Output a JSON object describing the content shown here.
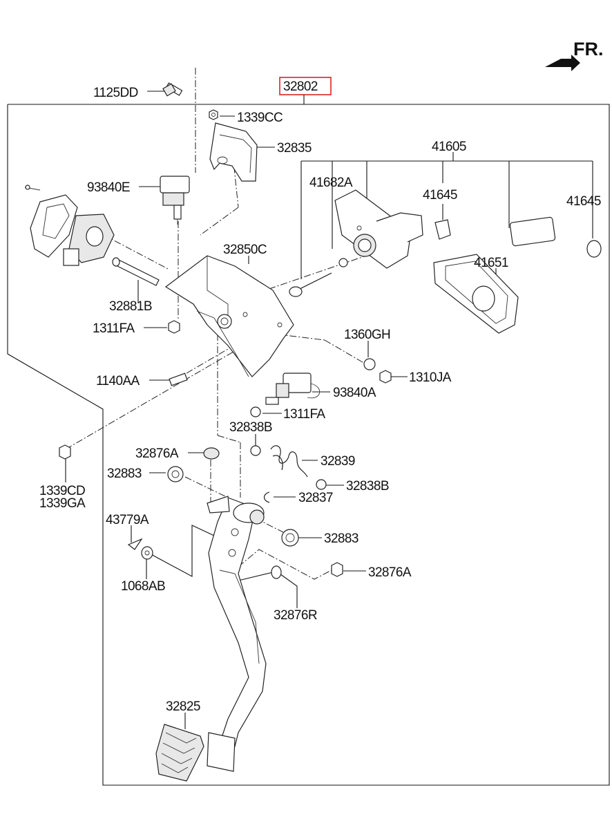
{
  "direction_marker": {
    "text": "FR.",
    "icon": "forward-arrow-icon"
  },
  "assembly": {
    "label": "32802",
    "highlight_color": "#e02020"
  },
  "parts": {
    "p1125DD": "1125DD",
    "p1339CC": "1339CC",
    "p32835": "32835",
    "p41605": "41605",
    "p93840E": "93840E",
    "p41682A": "41682A",
    "p41645a": "41645",
    "p41645b": "41645",
    "p32850C": "32850C",
    "p41651": "41651",
    "p32881B": "32881B",
    "p1311FAa": "1311FA",
    "p1360GH": "1360GH",
    "p1310JA": "1310JA",
    "p1140AA": "1140AA",
    "p93840A": "93840A",
    "p1311FAb": "1311FA",
    "p32838Ba": "32838B",
    "p32876Aa": "32876A",
    "p32839": "32839",
    "p32883a": "32883",
    "p32838Bb": "32838B",
    "p1339CD": "1339CD",
    "p1339GA": "1339GA",
    "p32837": "32837",
    "p43779A": "43779A",
    "p32883b": "32883",
    "p32876Ab": "32876A",
    "p1068AB": "1068AB",
    "p32876R": "32876R",
    "p32825": "32825"
  }
}
